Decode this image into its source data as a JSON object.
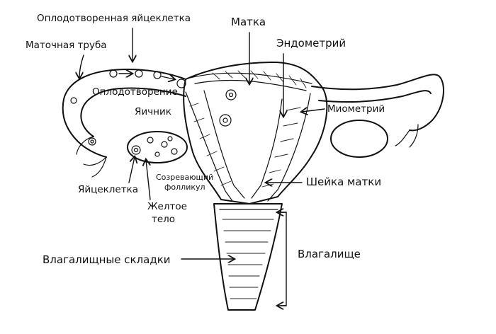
{
  "diagram": {
    "labels": {
      "fertilized_egg": "Оплодотворенная яйцеклетка",
      "uterus": "Матка",
      "fallopian_tube": "Маточная труба",
      "endometrium": "Эндометрий",
      "fertilization": "Оплодотворение",
      "myometrium": "Миометрий",
      "ovary": "Яичник",
      "cervix": "Шейка матки",
      "egg": "Яйцеклетка",
      "maturing_follicle_1": "Созревающий",
      "maturing_follicle_2": "фолликул",
      "corpus_luteum_1": "Желтое",
      "corpus_luteum_2": "тело",
      "vaginal_folds": "Влагалищные складки",
      "vagina": "Влагалище"
    }
  }
}
